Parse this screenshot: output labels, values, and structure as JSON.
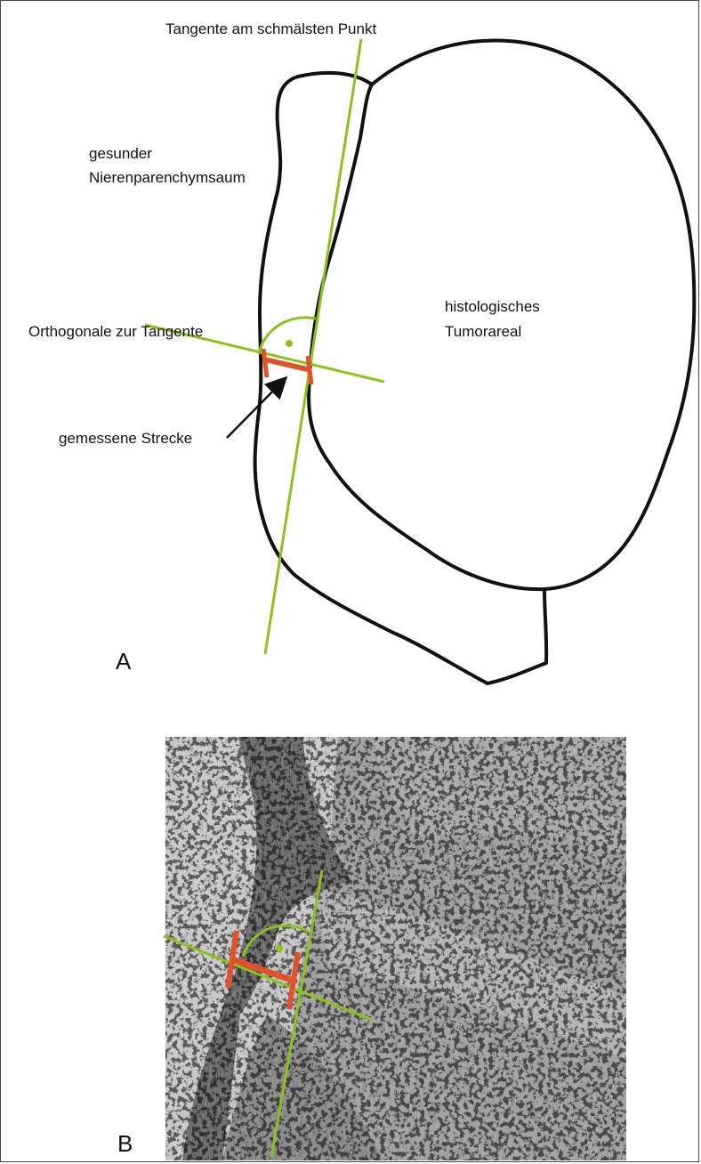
{
  "panel_a": {
    "letter": "A",
    "tangent_label": "Tangente am schmälsten Punkt",
    "parenchyma_label_line1": "gesunder",
    "parenchyma_label_line2": "Nierenparenchymsaum",
    "tumor_label_line1": "histologisches",
    "tumor_label_line2": "Tumorareal",
    "orthogonal_label": "Orthogonale zur Tangente",
    "measured_label": "gemessene Strecke"
  },
  "panel_b": {
    "letter": "B"
  },
  "colors": {
    "outline": "#111111",
    "tangent_green": "#8cc21c",
    "measurement_red": "#e2522a",
    "arrow": "#111111"
  }
}
